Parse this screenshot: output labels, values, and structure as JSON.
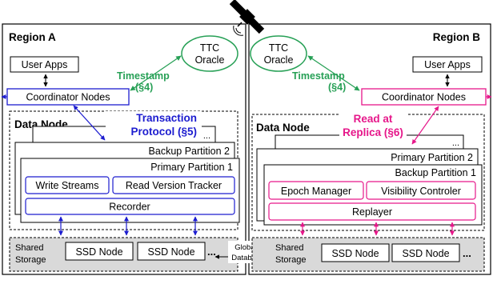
{
  "region_a": {
    "title": "Region A",
    "user_apps": "User Apps",
    "coordinator": "Coordinator Nodes",
    "oracle_line1": "TTC",
    "oracle_line2": "Oracle",
    "timestamp": "Timestamp",
    "timestamp_ref": "(§4)",
    "data_node": "Data Node",
    "protocol_line1": "Transaction",
    "protocol_line2": "Protocol (§5)",
    "backup_partition": "Backup Partition 2",
    "primary_partition": "Primary Partition 1",
    "write_streams": "Write Streams",
    "read_version_tracker": "Read Version Tracker",
    "recorder": "Recorder",
    "shared_storage_line1": "Shared",
    "shared_storage_line2": "Storage",
    "ssd_node_1": "SSD Node",
    "ssd_node_2": "SSD Node",
    "ellipsis": "...",
    "stack_dots": "..."
  },
  "region_b": {
    "title": "Region B",
    "user_apps": "User Apps",
    "coordinator": "Coordinator Nodes",
    "oracle_line1": "TTC",
    "oracle_line2": "Oracle",
    "timestamp": "Timestamp",
    "timestamp_ref": "(§4)",
    "data_node": "Data Node",
    "read_line1": "Read at",
    "read_line2": "Replica (§6)",
    "primary_partition": "Primary Partition 2",
    "backup_partition": "Backup Partition 1",
    "epoch_manager": "Epoch Manager",
    "visibility_controler": "Visibility Controler",
    "replayer": "Replayer",
    "shared_storage_line1": "Shared",
    "shared_storage_line2": "Storage",
    "ssd_node_1": "SSD Node",
    "ssd_node_2": "SSD Node",
    "ellipsis": "...",
    "stack_dots": "..."
  },
  "databus": {
    "line1": "Global",
    "line2": "Databus"
  },
  "icons": {
    "satellite": "satellite-icon"
  },
  "colors": {
    "blue": "#1c1ccf",
    "pink": "#e6178a",
    "green": "#27a056",
    "storage_bg": "#d9d9d9"
  }
}
